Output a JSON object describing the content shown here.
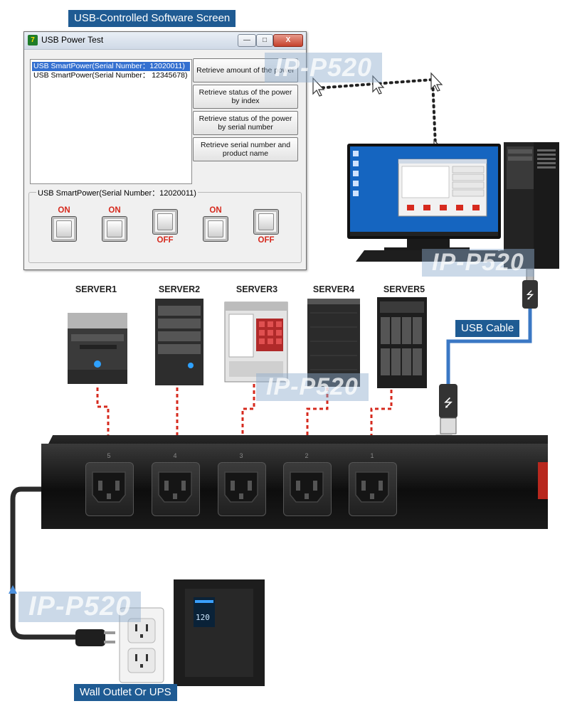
{
  "caption_software": "USB-Controlled Software Screen",
  "dialog": {
    "title": "USB Power Test",
    "min_glyph": "—",
    "max_glyph": "□",
    "close_glyph": "X",
    "list_items": [
      "USB SmartPower(Serial Number：12020011)",
      "USB SmartPower(Serial Number： 12345678)"
    ],
    "buttons": [
      "Retrieve amount of the power",
      "Retrieve status of the power by index",
      "Retrieve status of the power by serial number",
      "Retrieve serial number and product name"
    ],
    "group_label": "USB SmartPower(Serial Number：12020011)",
    "switches": [
      {
        "state": "ON"
      },
      {
        "state": "ON"
      },
      {
        "state": "OFF"
      },
      {
        "state": "ON"
      },
      {
        "state": "OFF"
      }
    ]
  },
  "watermark": "IP-P520",
  "servers": [
    "SERVER1",
    "SERVER2",
    "SERVER3",
    "SERVER4",
    "SERVER5"
  ],
  "socket_numbers": [
    "5",
    "4",
    "3",
    "2",
    "1"
  ],
  "usb_cable_label": "USB Cable",
  "wall_label": "Wall Outlet Or UPS",
  "ups_display": "120",
  "colors": {
    "caption_bg": "#1f5b93",
    "dashed_line": "#d62a1e",
    "usb_cable": "#3b78c4",
    "switch_label": "#d62a1e"
  }
}
